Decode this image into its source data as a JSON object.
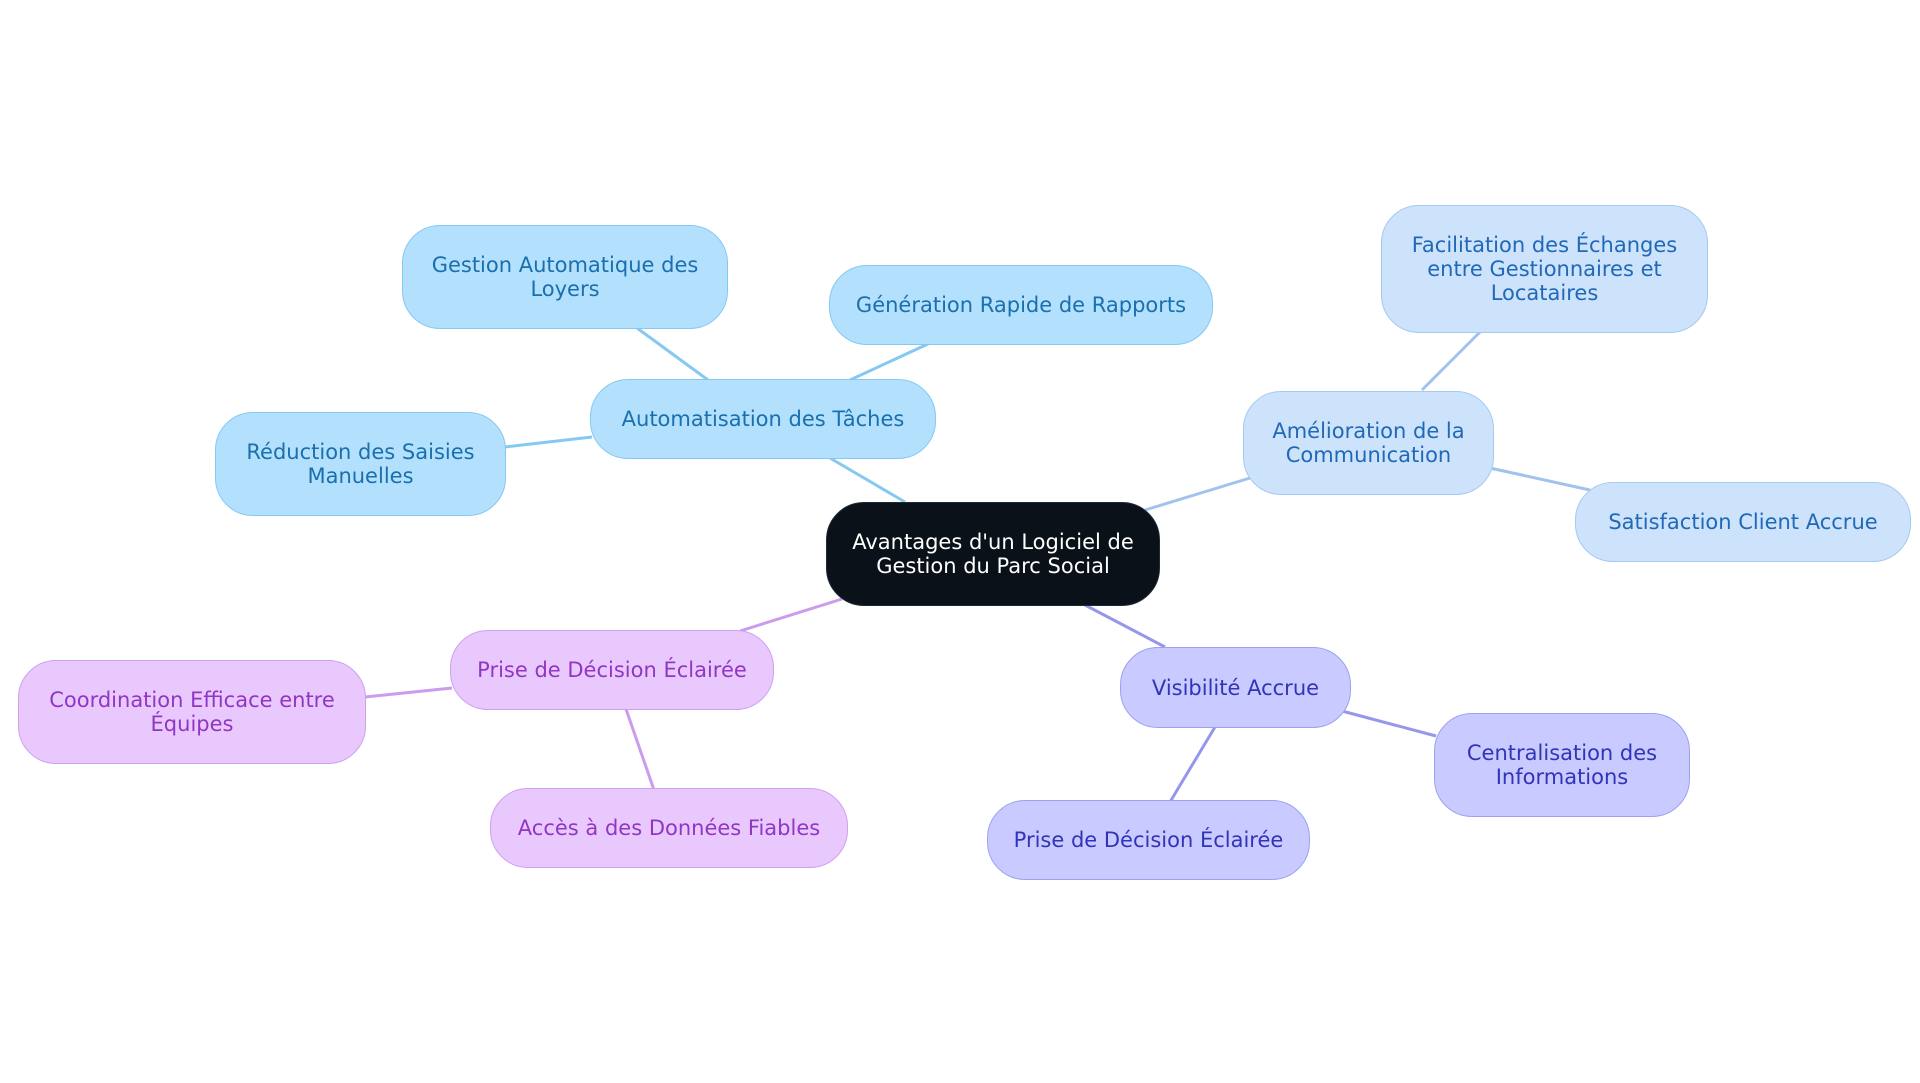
{
  "root": {
    "label": "Avantages d'un Logiciel de\nGestion du Parc Social"
  },
  "branches": [
    {
      "label": "Automatisation des Tâches",
      "color": "#86c9f0",
      "children": [
        {
          "label": "Gestion Automatique des\nLoyers"
        },
        {
          "label": "Génération Rapide de Rapports"
        },
        {
          "label": "Réduction des Saisies\nManuelles"
        }
      ]
    },
    {
      "label": "Amélioration de la\nCommunication",
      "color": "#9fc3ec",
      "children": [
        {
          "label": "Facilitation des Échanges\nentre Gestionnaires et\nLocataires"
        },
        {
          "label": "Satisfaction Client Accrue"
        }
      ]
    },
    {
      "label": "Visibilité Accrue",
      "color": "#9697e8",
      "children": [
        {
          "label": "Centralisation des\nInformations"
        },
        {
          "label": "Prise de Décision Éclairée"
        }
      ]
    },
    {
      "label": "Prise de Décision Éclairée",
      "color": "#cb9bec",
      "children": [
        {
          "label": "Coordination Efficace entre\nÉquipes"
        },
        {
          "label": "Accès à des Données Fiables"
        }
      ]
    }
  ]
}
